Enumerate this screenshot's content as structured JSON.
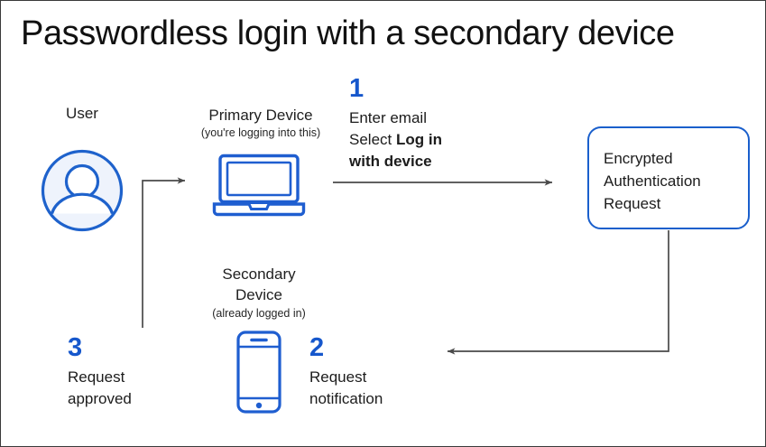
{
  "diagram": {
    "title": "Passwordless login with a secondary device",
    "colors": {
      "accent_blue": "#1657cc",
      "icon_blue": "#1a5fcc",
      "avatar_fill": "#eef3fc",
      "arrow_gray": "#4a4a4a",
      "text": "#1c1c1c",
      "frame_border": "#3a3a3a"
    },
    "nodes": {
      "user": {
        "label": "User",
        "icon": "user-avatar-icon"
      },
      "primary_device": {
        "label": "Primary Device",
        "sublabel": "(you're logging into this)",
        "icon": "laptop-icon"
      },
      "secondary_device": {
        "label": "Secondary\nDevice",
        "label_line1": "Secondary",
        "label_line2": "Device",
        "sublabel": "(already logged in)",
        "icon": "phone-icon"
      },
      "auth_request": {
        "text": "Encrypted\nAuthentication\nRequest"
      }
    },
    "steps": [
      {
        "number": "1",
        "line1": "Enter email",
        "line2_prefix": "Select ",
        "line2_bold": "Log in",
        "line3_bold": "with device"
      },
      {
        "number": "2",
        "line1": "Request",
        "line2": "notification"
      },
      {
        "number": "3",
        "line1": "Request",
        "line2": "approved"
      }
    ],
    "arrows": [
      {
        "name": "arrow-primary-to-auth",
        "from": "primary_device",
        "to": "auth_request",
        "direction": "right"
      },
      {
        "name": "arrow-auth-to-secondary",
        "from": "auth_request",
        "to": "secondary_device",
        "direction": "down-left"
      },
      {
        "name": "arrow-secondary-to-primary",
        "from": "secondary_device",
        "to": "primary_device",
        "direction": "up-right"
      }
    ]
  }
}
